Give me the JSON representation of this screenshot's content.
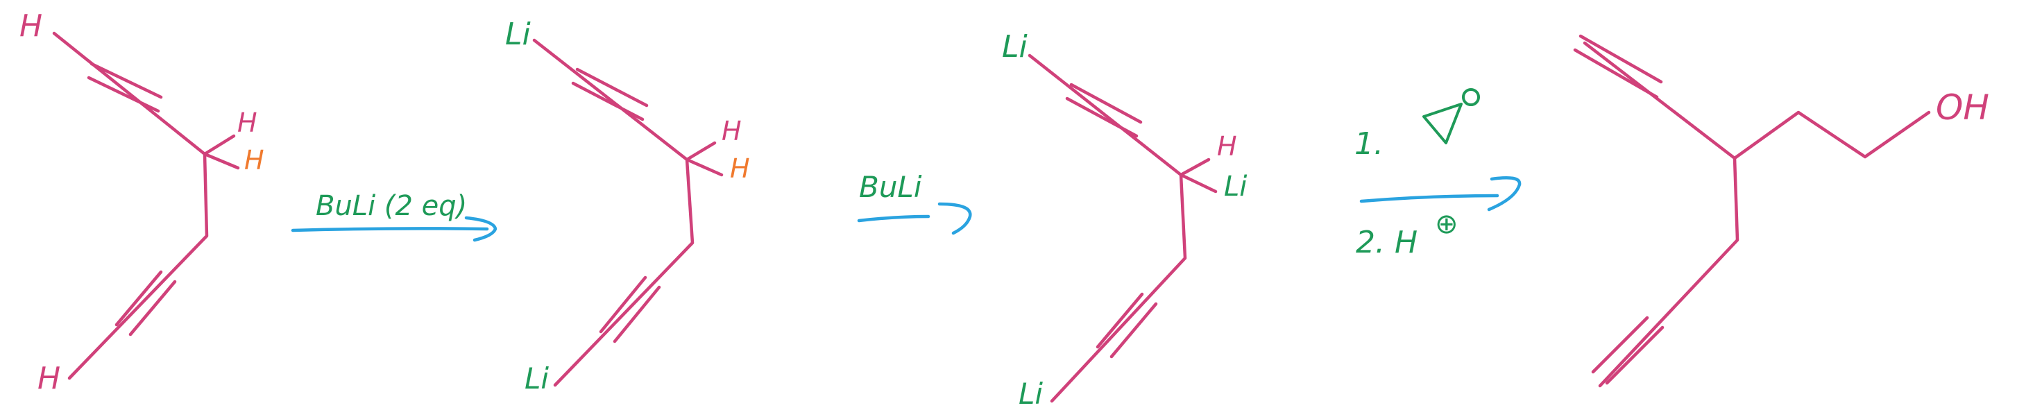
{
  "molecules": [
    {
      "atoms": {
        "top": "H",
        "bottom": "H",
        "center_upper": "H",
        "center_lower": "H"
      },
      "colors": {
        "top": "#d0417a",
        "bottom": "#d0417a",
        "center_upper": "#d0417a",
        "center_lower": "#f07a2e"
      }
    },
    {
      "atoms": {
        "top": "Li",
        "bottom": "Li",
        "center_upper": "H",
        "center_lower": "H"
      },
      "colors": {
        "top": "#1e9a58",
        "bottom": "#1e9a58",
        "center_upper": "#d0417a",
        "center_lower": "#f07a2e"
      }
    },
    {
      "atoms": {
        "top": "Li",
        "bottom": "Li",
        "center_upper": "H",
        "center_lower": "Li"
      },
      "colors": {
        "top": "#1e9a58",
        "bottom": "#1e9a58",
        "center_upper": "#d0417a",
        "center_lower": "#1e9a58"
      }
    },
    {
      "atoms": {
        "chain_end": "OH"
      },
      "colors": {
        "chain_end": "#d0417a"
      }
    }
  ],
  "arrows": [
    {
      "reagent": "BuLi (2 eq)"
    },
    {
      "reagent": "BuLi"
    },
    {
      "step1": "1.",
      "step2": "2. H",
      "step2_charge": "⊕"
    }
  ],
  "colors": {
    "bond": "#d0417a",
    "reagent": "#1e9a58",
    "arrow": "#2aa3e0",
    "acidic_h": "#f07a2e"
  }
}
